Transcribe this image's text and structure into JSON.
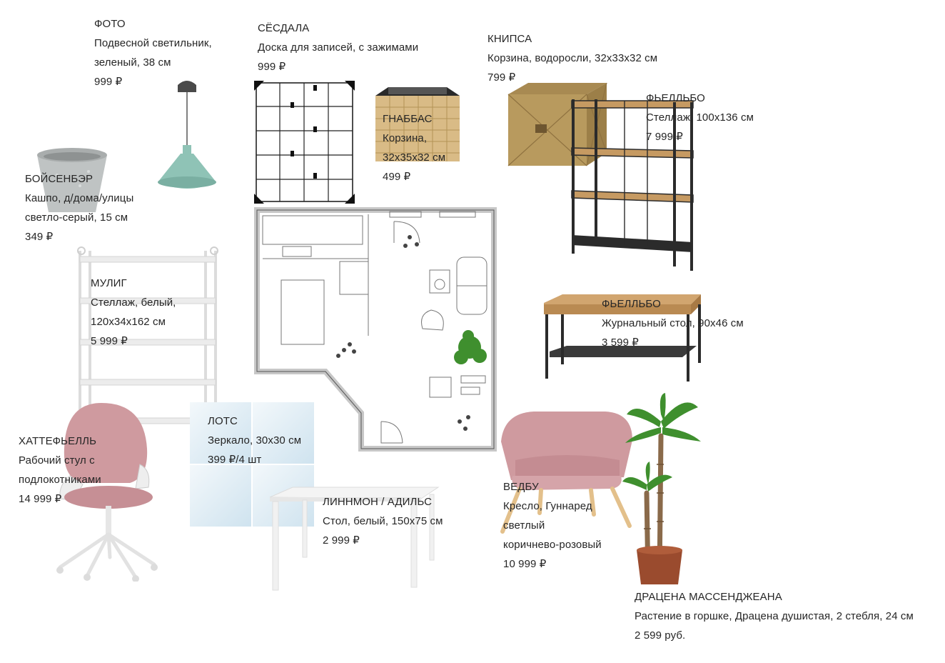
{
  "items": {
    "foto": {
      "name": "ФОТО",
      "lines": [
        "Подвесной светильник,",
        "зеленый, 38 см"
      ],
      "price": "999 ₽"
    },
    "sesdala": {
      "name": "СЁСДАЛА",
      "lines": [
        "Доска для записей, с зажимами"
      ],
      "price": "999 ₽"
    },
    "knipsa": {
      "name": "КНИПСА",
      "lines": [
        "Корзина, водоросли, 32x33x32 см"
      ],
      "price": "799 ₽"
    },
    "gnabbas": {
      "name": "ГНАББАС",
      "lines": [
        "Корзина,",
        " 32x35x32 см"
      ],
      "price": "499 ₽"
    },
    "fjallbo_shelf": {
      "name": "ФЬЕЛЛЬБО",
      "lines": [
        "Стеллаж, 100x136 см"
      ],
      "price": "7 999 ₽"
    },
    "bojsenber": {
      "name": "БОЙСЕНБЭР",
      "lines": [
        "Кашпо, д/дома/улицы",
        "светло-серый, 15 см"
      ],
      "price": "349 ₽"
    },
    "mulig": {
      "name": "МУЛИГ",
      "lines": [
        "Стеллаж, белый,",
        "120x34x162 см"
      ],
      "price": "5 999 ₽"
    },
    "fjallbo_table": {
      "name": "ФЬЕЛЛЬБО",
      "lines": [
        "Журнальный стол, 90x46 см"
      ],
      "price": "3 599 ₽"
    },
    "lots": {
      "name": "ЛОТС",
      "lines": [
        "Зеркало, 30x30 см"
      ],
      "price": "399 ₽/4 шт"
    },
    "hattefjall": {
      "name": "ХАТТЕФЬЕЛЛЬ",
      "lines": [
        "Рабочий стул с",
        "подлокотниками"
      ],
      "price": "14 999 ₽"
    },
    "linnmon": {
      "name": "ЛИННМОН / АДИЛЬС",
      "lines": [
        "Стол, белый, 150x75 см"
      ],
      "price": "2 999 ₽"
    },
    "vedbo": {
      "name": "ВЕДБУ",
      "lines": [
        "Кресло, Гуннаред",
        "светлый",
        "коричнево-розовый"
      ],
      "price": "10 999 ₽"
    },
    "dracaena": {
      "name": "ДРАЦЕНА МАССЕНДЖЕАНА",
      "lines": [
        "Растение в горшке, Драцена душистая, 2 стебля, 24 см"
      ],
      "price": "2 599 руб."
    }
  },
  "colors": {
    "lamp_green": "#8fc3b6",
    "pot_grey": "#bfc3c3",
    "seagrass": "#b89a5e",
    "wood": "#c69a62",
    "metal": "#2b2b2b",
    "pink": "#cf9a9f",
    "mirror": "#dcebf4",
    "plant_green": "#3f8f2e",
    "plan_wall": "#c7c7c7"
  },
  "icons": {
    "lamp": "pendant-lamp-icon",
    "pot": "planter-icon",
    "board": "memo-board-icon",
    "basket": "basket-icon",
    "shelf": "shelf-unit-icon",
    "table": "coffee-table-icon",
    "chair": "office-chair-icon",
    "desk": "desk-icon",
    "armchair": "armchair-icon",
    "plant": "plant-icon",
    "plan": "floor-plan-icon"
  }
}
